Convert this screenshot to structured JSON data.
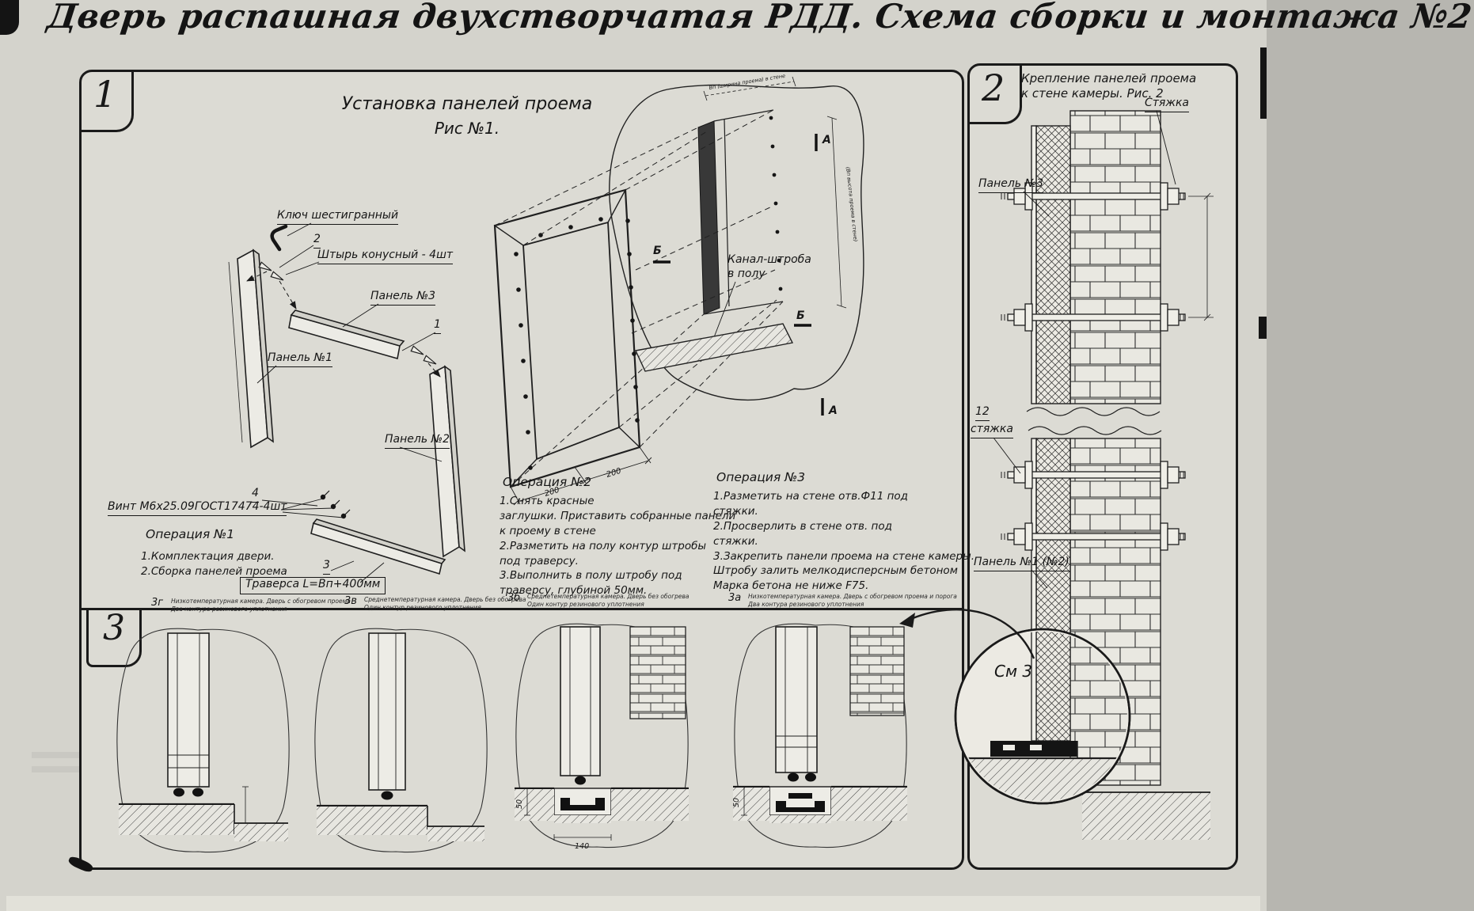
{
  "page": {
    "title": "Дверь распашная двухстворчатая РДД.  Схема сборки и монтажа №2"
  },
  "fig1": {
    "num": "1",
    "title": "Установка панелей проема",
    "subtitle": "Рис №1.",
    "labels": {
      "hex_key": "Ключ шестигранный",
      "pin": "Штырь конусный - 4шт",
      "panel3": "Панель №3",
      "panel1": "Панель №1",
      "panel2": "Панель №2",
      "screw": "Винт М6х25.09ГОСТ17474-4шт",
      "traverse": "Траверса  L=Вп+400мм",
      "channel": "Канал-штроба\nв полу"
    },
    "callouts": {
      "c1": "1",
      "c2": "2",
      "c3": "3",
      "c4": "4"
    },
    "sections": {
      "a": "А",
      "b": "Б"
    },
    "dims": {
      "d200": "200",
      "top": "Вп (ширина проема) в стене",
      "right": "(Вп  высота проема в стене)"
    },
    "op1": {
      "title": "Операция №1",
      "body": "1.Комплектация двери.\n2.Сборка панелей проема"
    },
    "op2": {
      "title": "Операция №2",
      "body": "1.Снять красные\nзаглушки. Приставить собранные панели\nк проему в стене\n2.Разметить на полу контур штробы\nпод траверсу.\n3.Выполнить в полу штробу под\nтраверсу, глубиной 50мм."
    },
    "op3": {
      "title": "Операция №3",
      "body": "1.Разметить на стене отв.Ф11 под\nстяжки.\n2.Просверлить в стене отв.  под\nстяжки.\n3.Закрепить панели проема на стене камеры.\nШтробу залить мелкодисперсным бетоном\nМарка бетона не ниже   F75."
    }
  },
  "fig2": {
    "num": "2",
    "title": "Крепление панелей проема\nк стене камеры. Рис. 2",
    "labels": {
      "tie": "Стяжка",
      "panel3": "Панель №3",
      "pos12": "12",
      "tie2": "стяжка",
      "panel1": "Панель №1 (№2)",
      "see3": "См 3"
    }
  },
  "fig3": {
    "num": "3",
    "details": [
      {
        "id": "3г",
        "caption": "Низкотемпературная камера. Дверь с обогревом проема\nДва контура резинового уплотнения"
      },
      {
        "id": "3в",
        "caption": "Среднетемпературная камера. Дверь без обогрева\nОдин контур резинового уплотнения"
      },
      {
        "id": "3б",
        "caption": "Среднетемпературная камера. Дверь без обогрева\nОдин контур резинового уплотнения"
      },
      {
        "id": "3а",
        "caption": "Низкотемпературная камера. Дверь с обогревом проема и порога\nДва контура резинового уплотнения"
      }
    ],
    "dims": {
      "d50": "50",
      "d140": "140"
    }
  }
}
